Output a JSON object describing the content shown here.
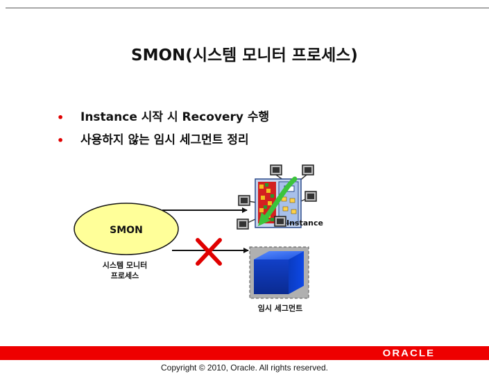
{
  "slide": {
    "title": "SMON(시스템 모니터 프로세스)",
    "bullets": [
      "Instance 시작 시 Recovery 수행",
      "사용하지 않는 임시 세그먼트 정리"
    ]
  },
  "diagram": {
    "process_name": "SMON",
    "process_caption_line1": "시스템 모니터",
    "process_caption_line2": "프로세스",
    "instance_label": "Instance",
    "segment_label": "임시 세그먼트"
  },
  "footer": {
    "logo_text": "ORACLE",
    "copyright": "Copyright © 2010, Oracle. All rights reserved."
  },
  "colors": {
    "accent_red": "#ee0000",
    "ellipse_fill": "#ffff99",
    "cube_blue": "#0040d0"
  }
}
